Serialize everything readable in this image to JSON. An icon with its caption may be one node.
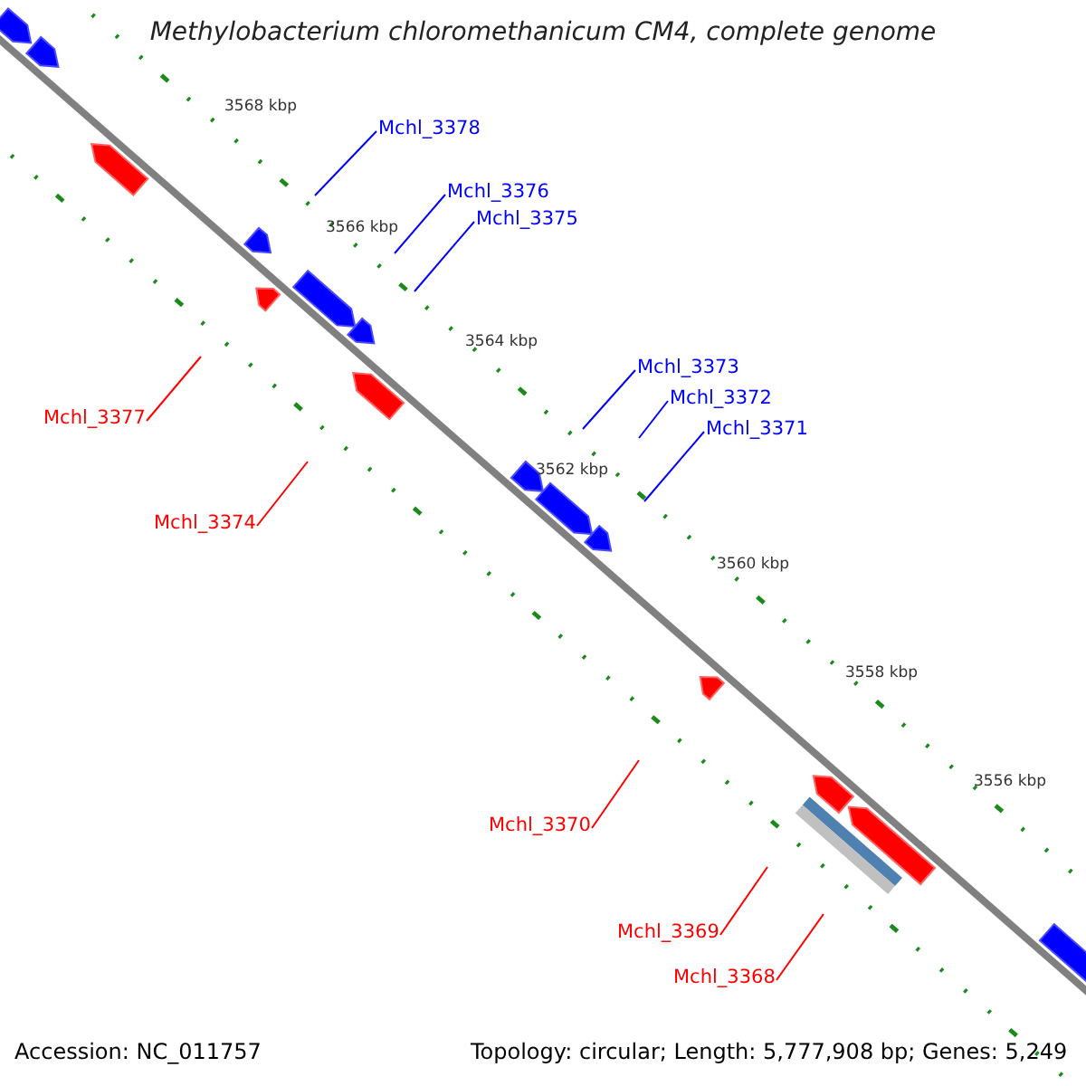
{
  "diagram": {
    "title": "Methylobacterium chloromethanicum CM4, complete genome",
    "nodes": [
      {
        "text": [
          "Mchl_3378"
        ]
      },
      {
        "text": [
          "Mchl_3376"
        ]
      },
      {
        "text": [
          "Mchl_3375"
        ]
      },
      {
        "text": [
          "Mchl_3373"
        ]
      },
      {
        "text": [
          "Mchl_3372"
        ]
      },
      {
        "text": [
          "Mchl_3377"
        ]
      },
      {
        "text": [
          "Mchl_3371"
        ]
      },
      {
        "text": [
          "Mchl_3374"
        ]
      },
      {
        "text": [
          "Mchl_3370"
        ]
      },
      {
        "text": [
          "Mchl_3369"
        ]
      },
      {
        "text": [
          "Mchl_3368"
        ]
      }
    ],
    "edges": [
      {
        "from": 0,
        "to": null,
        "arrow": "none"
      },
      {
        "from": 1,
        "to": null,
        "arrow": "none"
      },
      {
        "from": 2,
        "to": null,
        "arrow": "none"
      },
      {
        "from": 3,
        "to": null,
        "arrow": "none"
      },
      {
        "from": 4,
        "to": null,
        "arrow": "none"
      },
      {
        "from": 5,
        "to": null,
        "arrow": "none",
        "color": "#ff0000"
      },
      {
        "from": 6,
        "to": null,
        "arrow": "none"
      },
      {
        "from": 7,
        "to": null,
        "arrow": "none",
        "color": "#ff0000"
      },
      {
        "from": 8,
        "to": null,
        "arrow": "none",
        "color": "#ff0000"
      },
      {
        "from": 9,
        "to": null,
        "arrow": "none",
        "color": "#ff0000"
      },
      {
        "from": 10,
        "to": null,
        "arrow": "none",
        "color": "#ff0000"
      }
    ],
    "labels": [
      "3568 kbp",
      "3566 kbp",
      "3564 kbp",
      "3562 kbp",
      "3560 kbp",
      "3558 kbp",
      "3556 kbp",
      "Accession: NC_011757",
      "Topology: circular; Length: 5,777,908 bp; Genes: 5,249"
    ]
  }
}
